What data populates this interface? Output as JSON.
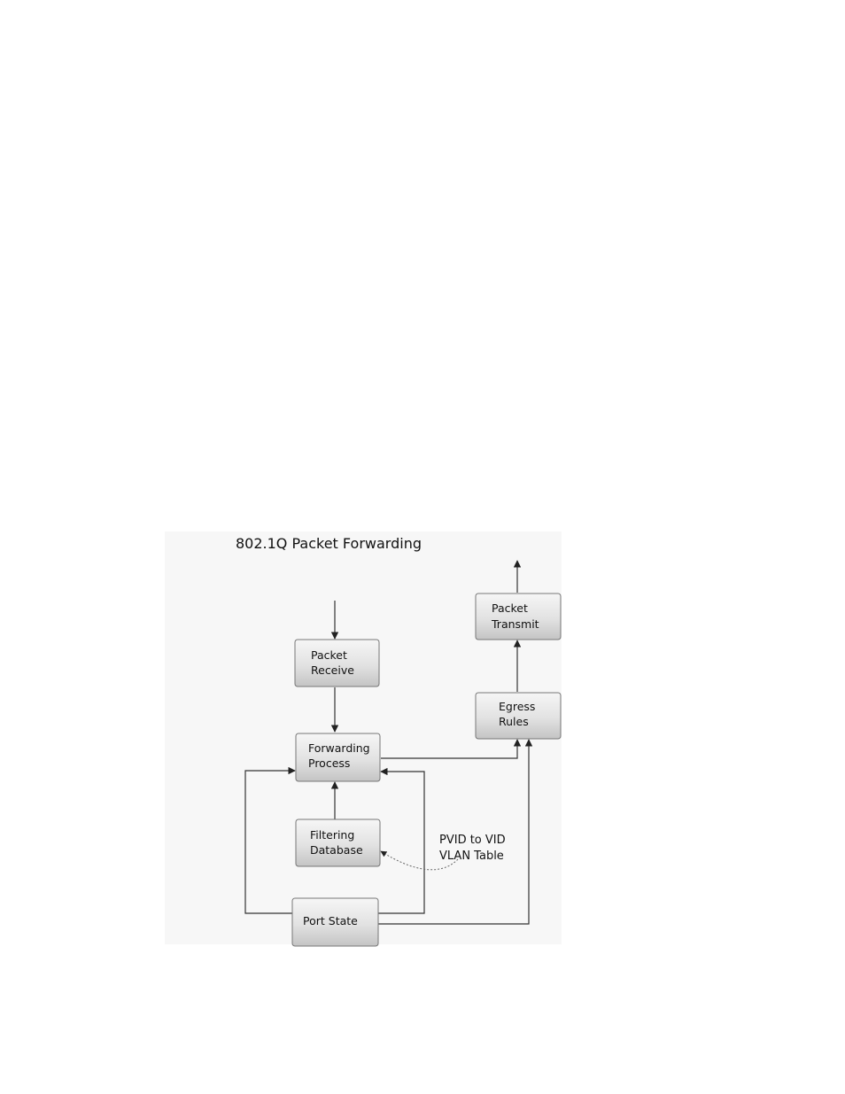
{
  "title": "802.1Q Packet Forwarding",
  "nodes": {
    "packet_receive": [
      "Packet",
      "Receive"
    ],
    "forwarding_process": [
      "Forwarding",
      "Process"
    ],
    "filtering_database": [
      "Filtering",
      "Database"
    ],
    "port_state": [
      "Port State"
    ],
    "egress_rules": [
      "Egress",
      "Rules"
    ],
    "packet_transmit": [
      "Packet",
      "Transmit"
    ]
  },
  "note": [
    "PVID to VID",
    "VLAN Table"
  ]
}
